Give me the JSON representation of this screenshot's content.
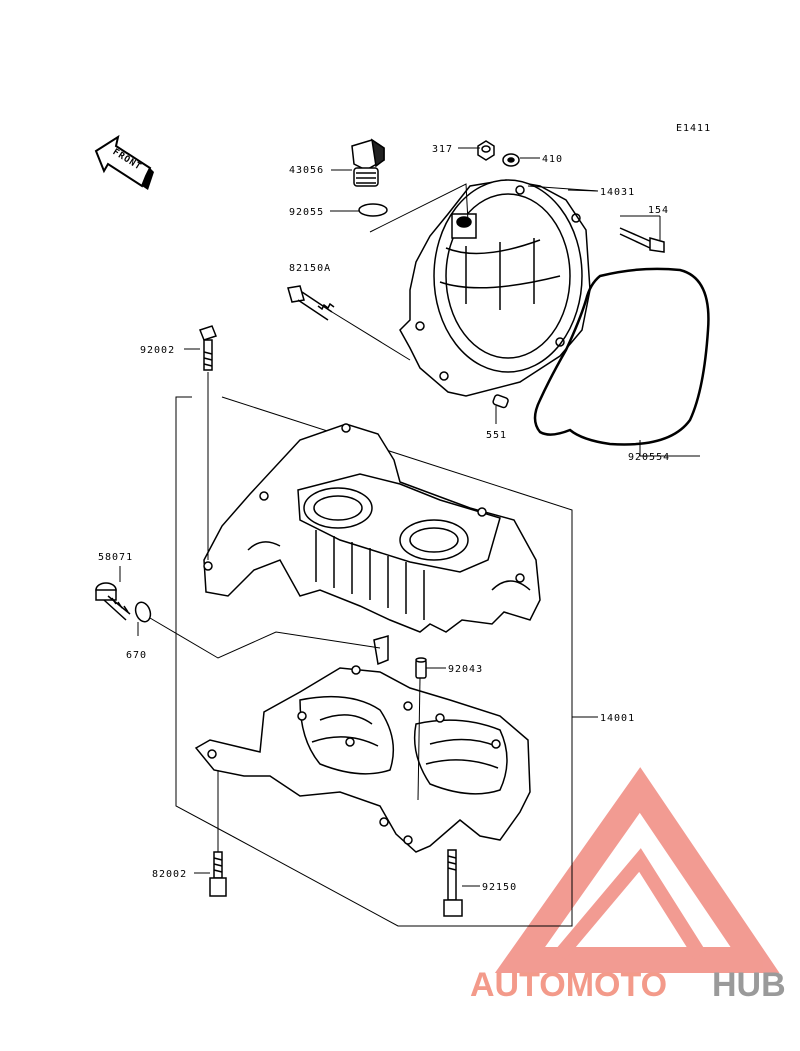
{
  "diagram": {
    "code": "E1411",
    "front_label": "FRONT",
    "parts": {
      "p317": "317",
      "p410": "410",
      "p43056": "43056",
      "p14031": "14031",
      "p92055": "92055",
      "p154": "154",
      "p82150A": "82150A",
      "p92002": "92002",
      "p551": "551",
      "p920554": "920554",
      "p58071": "58071",
      "p670": "670",
      "p92043": "92043",
      "p14001": "14001",
      "p82002": "82002",
      "p92150": "92150"
    }
  },
  "watermark": {
    "part1": "AUTOMOTO",
    "part2": "HUB",
    "color_primary": "#f08070",
    "color_secondary": "#9a9a9a"
  }
}
